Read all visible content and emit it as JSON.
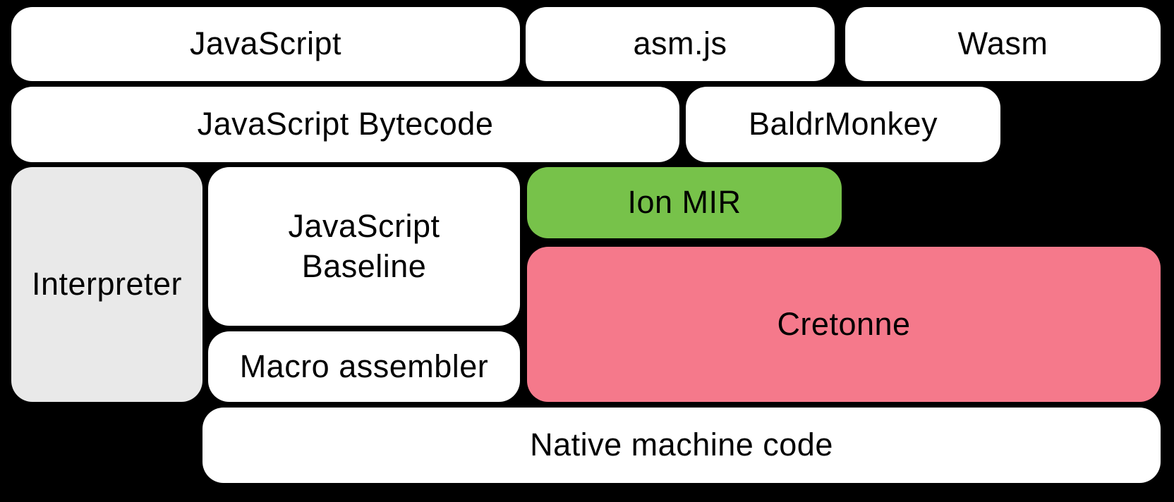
{
  "colors": {
    "background": "#000000",
    "box_white": "#ffffff",
    "box_gray": "#e9e9e9",
    "ion_green": "#77c24a",
    "cretonne_pink": "#f5798b",
    "text": "#000000"
  },
  "nodes": {
    "javascript": {
      "label": "JavaScript",
      "color": "#ffffff"
    },
    "asmjs": {
      "label": "asm.js",
      "color": "#ffffff"
    },
    "wasm": {
      "label": "Wasm",
      "color": "#ffffff"
    },
    "js_bytecode": {
      "label": "JavaScript Bytecode",
      "color": "#ffffff"
    },
    "baldrmonkey": {
      "label": "BaldrMonkey",
      "color": "#ffffff"
    },
    "interpreter": {
      "label": "Interpreter",
      "color": "#e9e9e9"
    },
    "js_baseline": {
      "label": "JavaScript Baseline",
      "color": "#ffffff"
    },
    "ion_mir": {
      "label": "Ion MIR",
      "color": "#77c24a"
    },
    "cretonne": {
      "label": "Cretonne",
      "color": "#f5798b"
    },
    "macro_assembler": {
      "label": "Macro assembler",
      "color": "#ffffff"
    },
    "native_machine_code": {
      "label": "Native machine code",
      "color": "#ffffff"
    }
  }
}
